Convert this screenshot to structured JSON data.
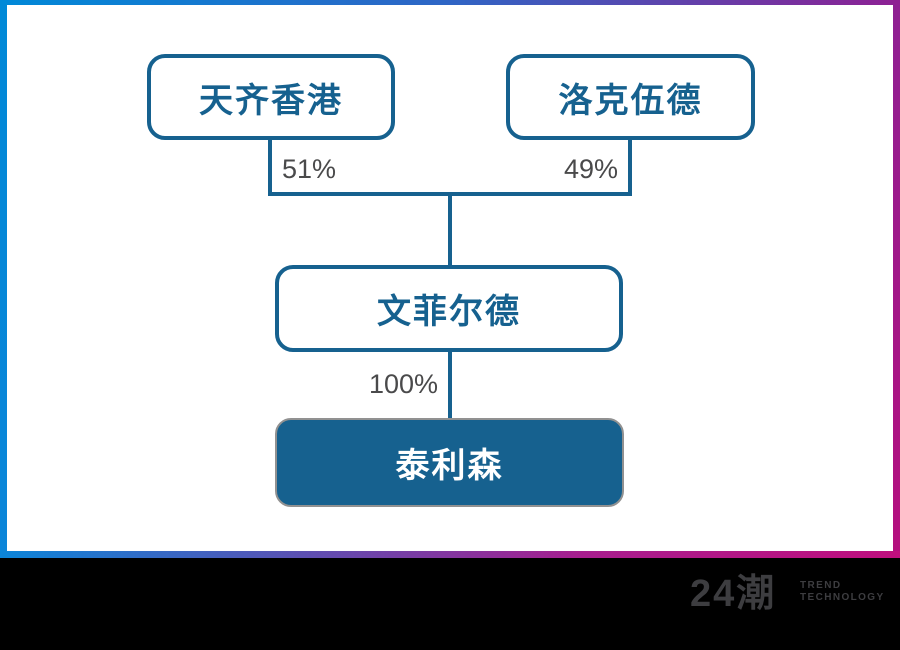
{
  "diagram": {
    "title_implied": "ownership-structure",
    "nodes": [
      {
        "id": "tianqi-hk",
        "label": "天齐香港",
        "style": "outline"
      },
      {
        "id": "rockwood",
        "label": "洛克伍德",
        "style": "outline"
      },
      {
        "id": "windfield",
        "label": "文菲尔德",
        "style": "outline"
      },
      {
        "id": "talison",
        "label": "泰利森",
        "style": "filled"
      }
    ],
    "edges": [
      {
        "from": "天齐香港",
        "to": "文菲尔德",
        "label": "51%"
      },
      {
        "from": "洛克伍德",
        "to": "文菲尔德",
        "label": "49%"
      },
      {
        "from": "文菲尔德",
        "to": "泰利森",
        "label": "100%"
      }
    ]
  },
  "footer": {
    "logo_text": "24潮",
    "tagline_line1": "TREND",
    "tagline_line2": "TECHNOLOGY"
  },
  "colors": {
    "node_blue": "#16618f",
    "node_text_filled": "#ffffff",
    "percent_gray": "#4a4a4b",
    "frame_blue": "#0089d8",
    "frame_purple": "#8e2093",
    "frame_pink": "#bf0f7e",
    "footer_bg": "#000000",
    "logo_gray": "#3d3d40"
  }
}
